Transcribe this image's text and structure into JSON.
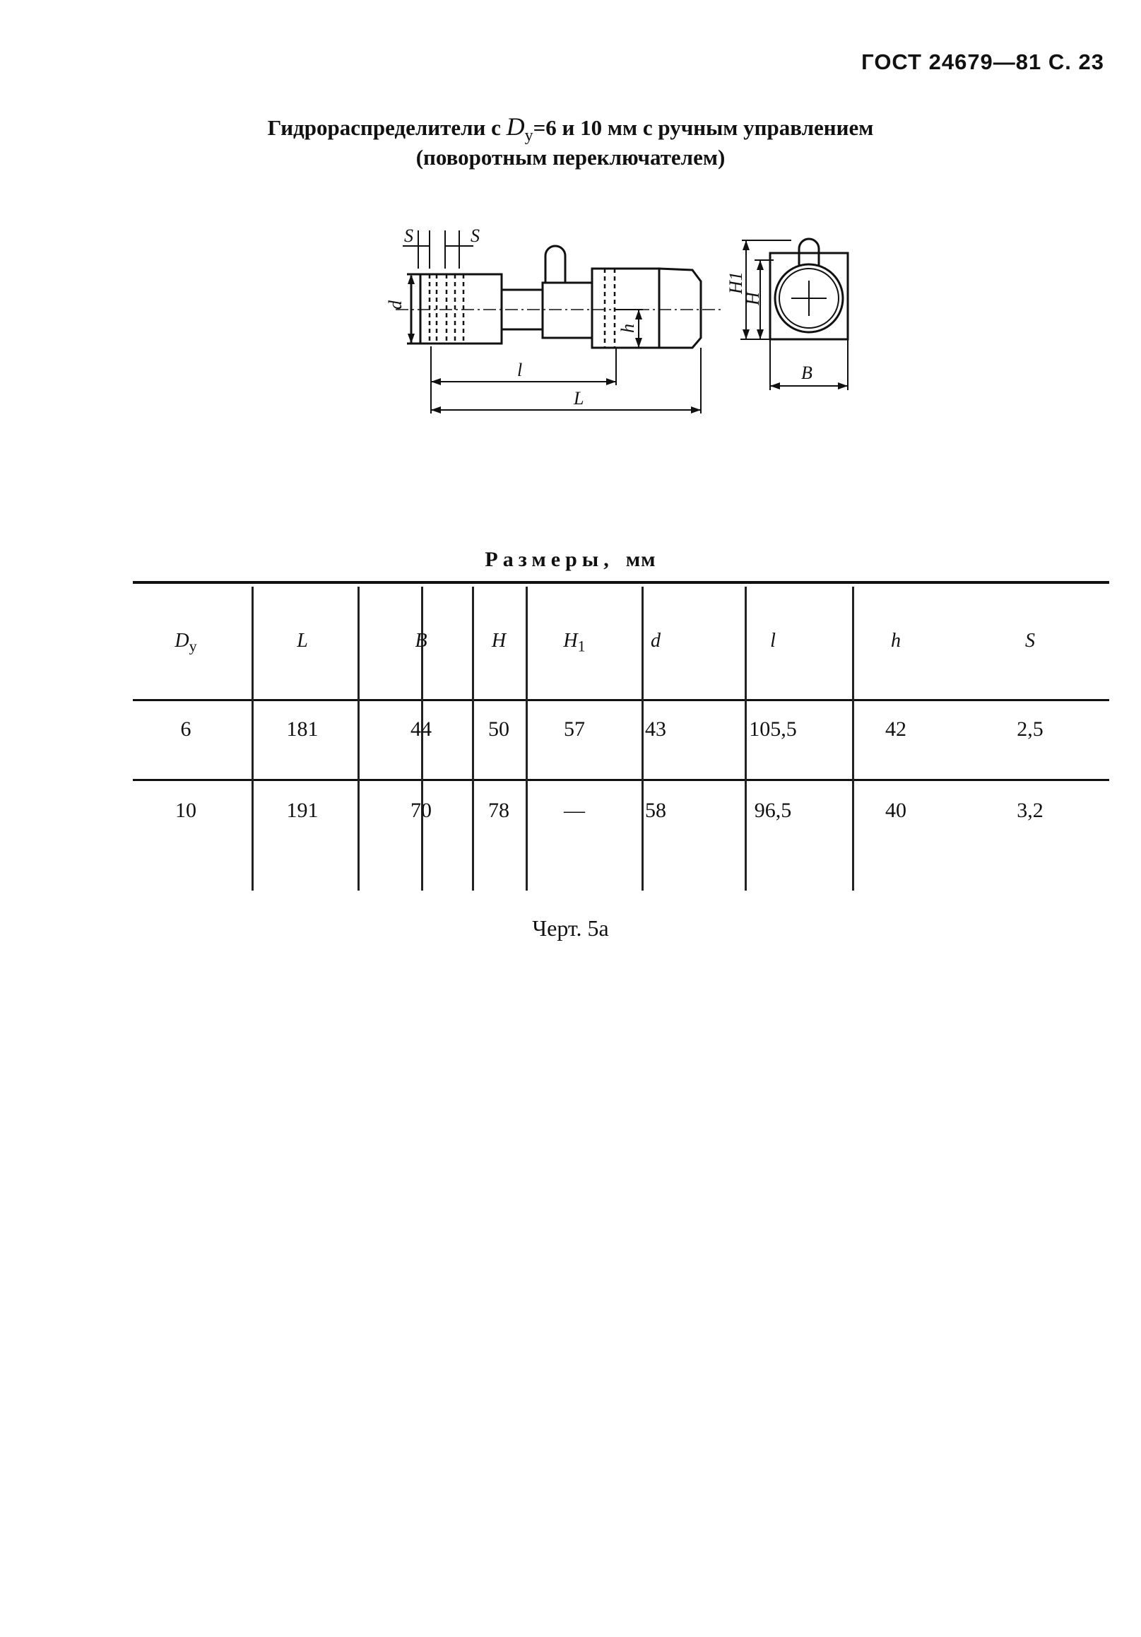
{
  "header": {
    "code": "ГОСТ 24679—81 С. 23"
  },
  "title": {
    "line1_prefix": "Гидрораспределители с ",
    "dy_symbol": "D",
    "dy_subscript": "у",
    "line1_suffix": "=6 и 10 мм с ручным управлением",
    "line2": "(поворотным переключателем)"
  },
  "drawing": {
    "dim_labels": {
      "s_left": "S",
      "s_right": "S",
      "d": "d",
      "h": "h",
      "l": "l",
      "L": "L",
      "H1": "H1",
      "H": "H",
      "B": "B"
    }
  },
  "table": {
    "caption_word": "Размеры,",
    "caption_unit": "мм",
    "columns": [
      {
        "symbol": "D",
        "sub": "у"
      },
      {
        "symbol": "L",
        "sub": ""
      },
      {
        "symbol": "B",
        "sub": ""
      },
      {
        "symbol": "H",
        "sub": ""
      },
      {
        "symbol": "H",
        "sub": "1"
      },
      {
        "symbol": "d",
        "sub": ""
      },
      {
        "symbol": "l",
        "sub": ""
      },
      {
        "symbol": "h",
        "sub": ""
      },
      {
        "symbol": "S",
        "sub": ""
      }
    ],
    "rows": [
      [
        "6",
        "181",
        "44",
        "50",
        "57",
        "43",
        "105,5",
        "42",
        "2,5"
      ],
      [
        "10",
        "191",
        "70",
        "78",
        "—",
        "58",
        "96,5",
        "40",
        "3,2"
      ]
    ]
  },
  "figure_label": "Черт. 5а"
}
